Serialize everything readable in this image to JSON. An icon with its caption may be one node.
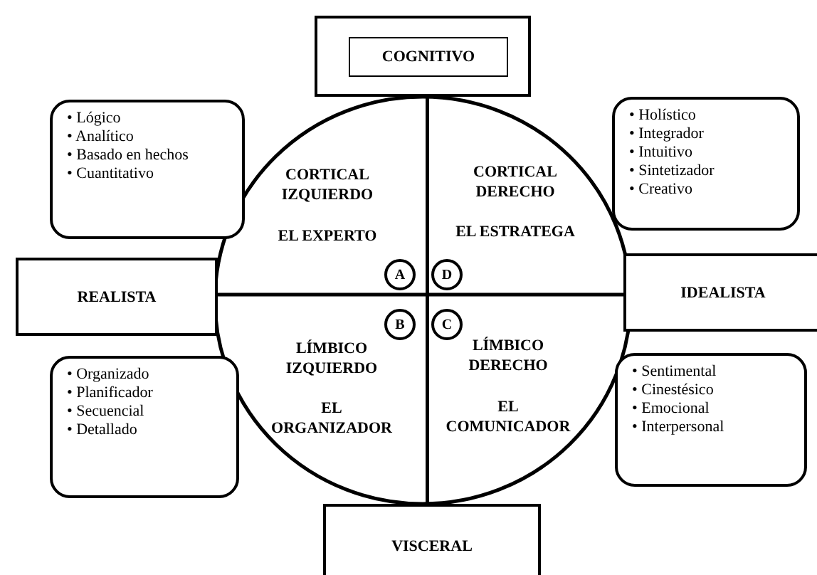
{
  "diagram": {
    "nodes": [
      {
        "text": [],
        "shape": "box"
      },
      {
        "text": [
          "COGNITIVO"
        ],
        "in": 0
      },
      {
        "text": [
          "• Lógico",
          "• Analítico",
          "• Basado en hechos",
          "• Cuantitativo"
        ]
      },
      {
        "text": [
          "• Holístico",
          "• Integrador",
          "• Intuitivo",
          "• Sintetizador",
          "• Creativo"
        ]
      },
      {
        "text": [
          "A"
        ]
      },
      {
        "text": [
          "D"
        ]
      },
      {
        "text": [
          "REALISTA"
        ]
      },
      {
        "text": [
          "IDEALISTA"
        ]
      },
      {
        "text": [
          "B"
        ]
      },
      {
        "text": [
          "C"
        ]
      },
      {
        "text": [
          "• Organizado",
          "• Planificador",
          "• Secuencial",
          "• Detallado"
        ]
      },
      {
        "text": [
          "• Sentimental",
          "• Cinestésico",
          "• Emocional",
          "• Interpersonal"
        ]
      },
      {
        "text": [
          "VISCERAL"
        ]
      }
    ],
    "edges": [
      {
        "from": 0,
        "to": 12,
        "arrow": "none"
      },
      {
        "from": 6,
        "to": 7,
        "arrow": "none"
      }
    ],
    "labels": [
      "CORTICAL IZQUIERDO",
      "CORTICAL DERECHO",
      "EL EXPERTO",
      "EL ESTRATEGA",
      "LÍMBICO IZQUIERDO",
      "LÍMBICO DERECHO",
      "EL ORGANIZADOR",
      "EL COMUNICADOR"
    ]
  }
}
